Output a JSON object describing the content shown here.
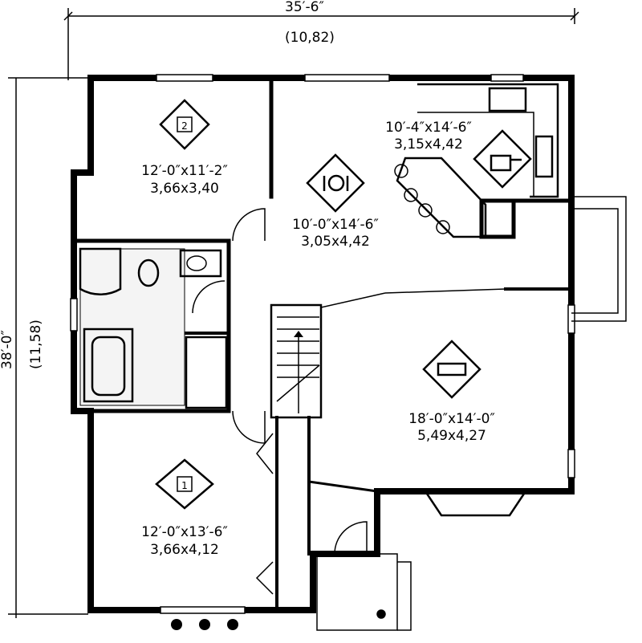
{
  "dimensions": {
    "width_imperial": "35′-6″",
    "width_metric": "(10,82)",
    "depth_imperial": "38′-0″",
    "depth_metric": "(11,58)"
  },
  "rooms": [
    {
      "id": "bedroom-2",
      "icon": "bed-2-icon",
      "imperial": "12′-0″x11′-2″",
      "metric": "3,66x3,40"
    },
    {
      "id": "dining",
      "icon": "plate-cutlery-icon",
      "imperial": "10′-0″x14′-6″",
      "metric": "3,05x4,42"
    },
    {
      "id": "kitchen",
      "icon": "cooking-pot-icon",
      "imperial": "10′-4″x14′-6″",
      "metric": "3,15x4,42"
    },
    {
      "id": "living",
      "icon": "sofa-icon",
      "imperial": "18′-0″x14′-0″",
      "metric": "5,49x4,27"
    },
    {
      "id": "bedroom-1",
      "icon": "bed-1-icon",
      "imperial": "12′-0″x13′-6″",
      "metric": "3,66x4,12"
    }
  ],
  "icon_labels": {
    "bedroom-2": "2",
    "bedroom-1": "1"
  }
}
